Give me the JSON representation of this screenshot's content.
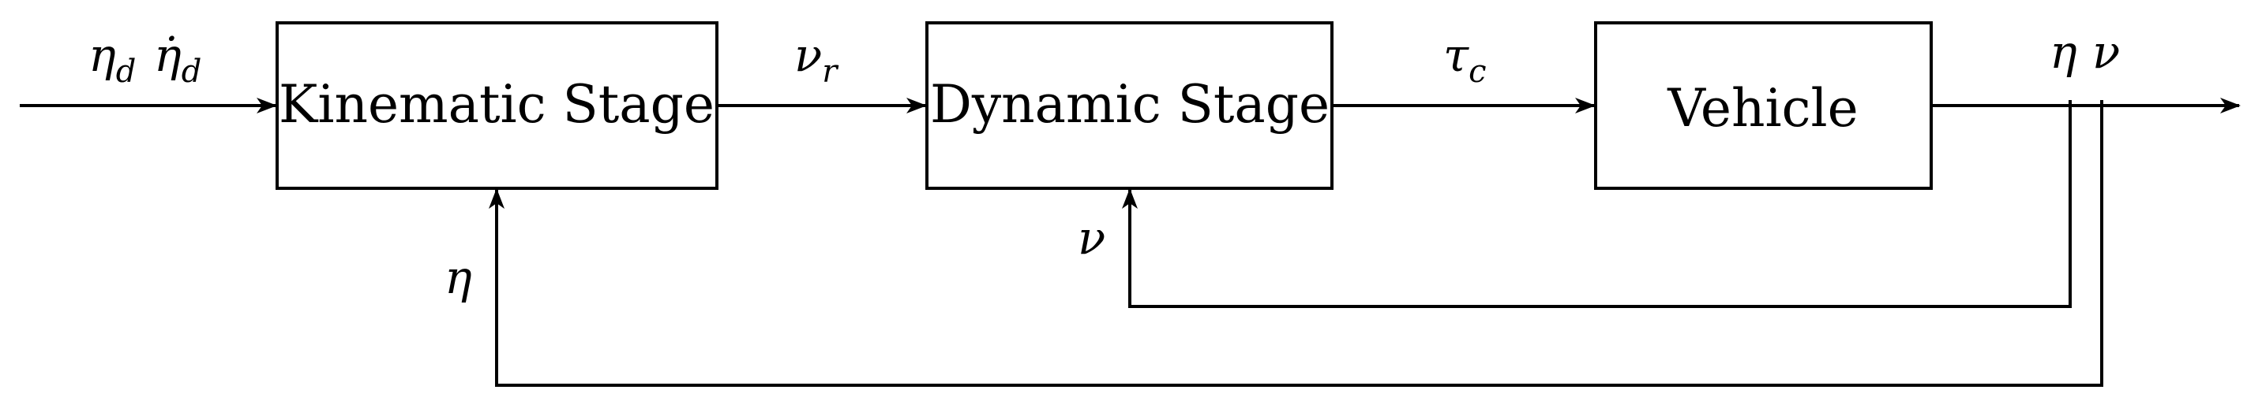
{
  "blocks": {
    "kinematic": {
      "label": "Kinematic Stage"
    },
    "dynamic": {
      "label": "Dynamic Stage"
    },
    "vehicle": {
      "label": "Vehicle"
    }
  },
  "signals": {
    "input": {
      "eta": "η",
      "eta_sub": "d",
      "etadot": "η̇",
      "etadot_sub": "d"
    },
    "nu_r": {
      "base": "ν",
      "sub": "r"
    },
    "tau_c": {
      "base": "τ",
      "sub": "c"
    },
    "output": {
      "eta": "η",
      "nu": "ν"
    },
    "feedback_nu": {
      "base": "ν"
    },
    "feedback_eta": {
      "base": "η"
    }
  }
}
